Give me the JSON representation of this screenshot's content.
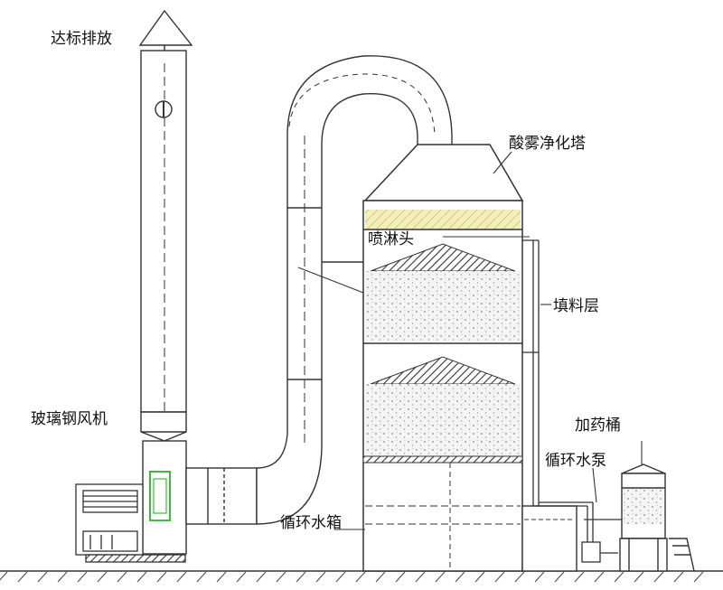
{
  "labels": {
    "exhaust": "达标排放",
    "tower": "酸雾净化塔",
    "spray_head": "喷淋头",
    "packing": "填料层",
    "fan": "玻璃钢风机",
    "dosing_tank": "加药桶",
    "pump": "循环水泵",
    "water_tank": "循环水箱"
  },
  "colors": {
    "line": "#333333",
    "ground_hatch": "#444444",
    "mist_eliminator": "#f3edb8",
    "fan_highlight": "#3dbb3d",
    "packing_dots": "#888888",
    "packing_fill": "#f4f4f4"
  }
}
